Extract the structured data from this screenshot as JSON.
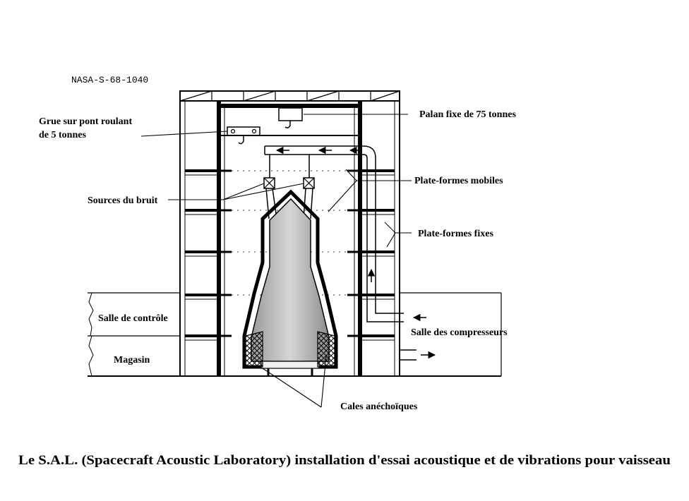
{
  "reference": "NASA-S-68-1040",
  "labels": {
    "crane_line1": "Grue sur pont roulant",
    "crane_line2": "de 5 tonnes",
    "hoist": "Palan fixe de 75 tonnes",
    "mobile_platforms": "Plate-formes mobiles",
    "noise_sources": "Sources du bruit",
    "fixed_platforms": "Plate-formes fixes",
    "control_room": "Salle de contrôle",
    "compressor_room": "Salle des compresseurs",
    "storage": "Magasin",
    "anechoic_wedges": "Cales anéchoïques"
  },
  "caption": "Le S.A.L. (Spacecraft Acoustic Laboratory) installation d'essai acoustique et de vibrations pour vaisseau"
}
